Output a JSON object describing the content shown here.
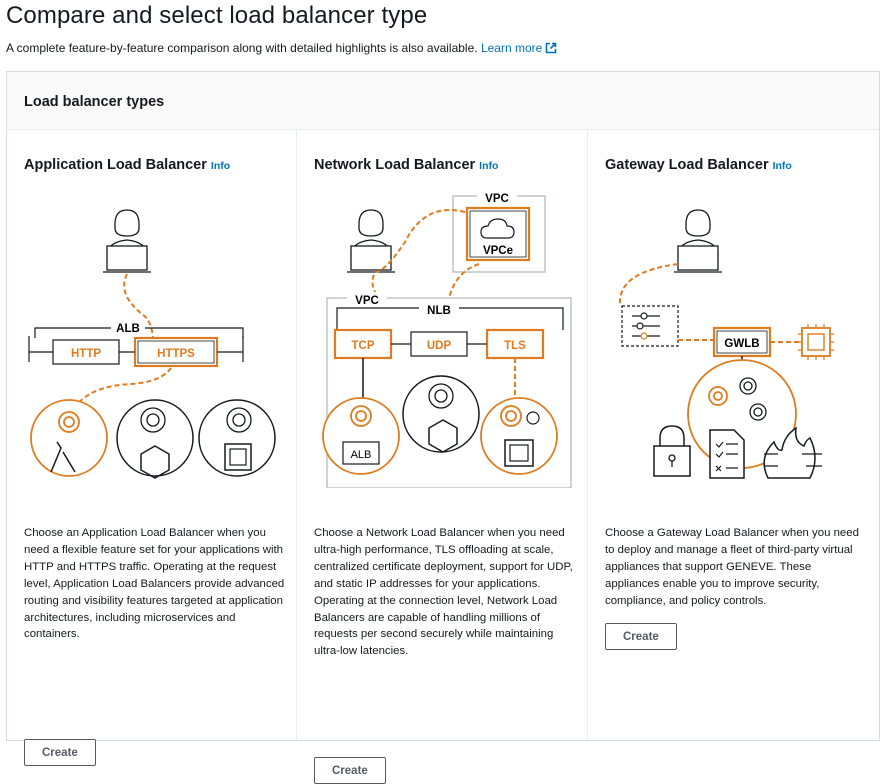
{
  "header": {
    "title": "Compare and select load balancer type",
    "subtitle": "A complete feature-by-feature comparison along with detailed highlights is also available.",
    "learn_more": "Learn more"
  },
  "panel": {
    "title": "Load balancer types"
  },
  "info_label": "Info",
  "cards": [
    {
      "title": "Application Load Balancer",
      "description": "Choose an Application Load Balancer when you need a flexible feature set for your applications with HTTP and HTTPS traffic. Operating at the request level, Application Load Balancers provide advanced routing and visibility features targeted at application architectures, including microservices and containers.",
      "create_label": "Create",
      "diagram": {
        "alb": "ALB",
        "http": "HTTP",
        "https": "HTTPS"
      }
    },
    {
      "title": "Network Load Balancer",
      "description": "Choose a Network Load Balancer when you need ultra-high performance, TLS offloading at scale, centralized certificate deployment, support for UDP, and static IP addresses for your applications. Operating at the connection level, Network Load Balancers are capable of handling millions of requests per second securely while maintaining ultra-low latencies.",
      "create_label": "Create",
      "diagram": {
        "vpc_top": "VPC",
        "vpce": "VPCe",
        "vpc": "VPC",
        "nlb": "NLB",
        "tcp": "TCP",
        "udp": "UDP",
        "tls": "TLS",
        "alb": "ALB"
      }
    },
    {
      "title": "Gateway Load Balancer",
      "description": "Choose a Gateway Load Balancer when you need to deploy and manage a fleet of third-party virtual appliances that support GENEVE. These appliances enable you to improve security, compliance, and policy controls.",
      "create_label": "Create",
      "diagram": {
        "gwlb": "GWLB"
      }
    }
  ],
  "colors": {
    "accent": "#e07b1f",
    "link": "#0073bb",
    "text": "#16191f",
    "border": "#d5dbdb"
  }
}
